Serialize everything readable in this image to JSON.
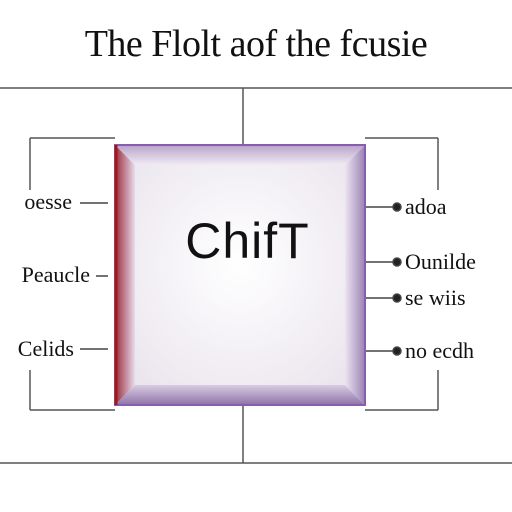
{
  "diagram": {
    "title": "The Flolt aof the fcusie",
    "center_label": "ChifT",
    "left_labels": [
      "oesse",
      "Peaucle",
      "Celids"
    ],
    "right_labels": [
      "adoa",
      "Ounilde",
      "se wiis",
      "no ecdh"
    ]
  },
  "colors": {
    "line": "#555555",
    "box_border": "#8a5cb0",
    "box_left_edge": "#a01818",
    "box_fill": "#f7f5f9"
  }
}
